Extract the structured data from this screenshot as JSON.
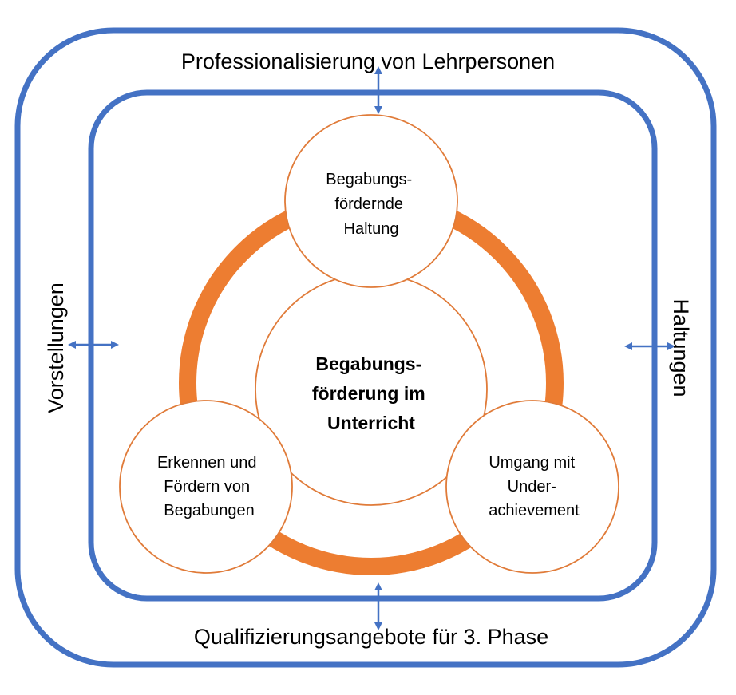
{
  "colors": {
    "frame": "#4472C4",
    "ring": "#ED7D31",
    "circle_stroke": "#E07B39",
    "arrow": "#4472C4",
    "background": "#FFFFFF"
  },
  "outer_frame": {
    "top_label": "Professionalisierung von Lehrpersonen",
    "bottom_label": "Qualifizierungsangebote für 3. Phase",
    "left_label": "Vorstellungen",
    "right_label": "Haltungen"
  },
  "center": {
    "line1": "Begabungs-",
    "line2": "förderung im",
    "line3": "Unterricht"
  },
  "nodes": {
    "top": {
      "line1": "Begabungs-",
      "line2": "fördernde",
      "line3": "Haltung"
    },
    "left": {
      "line1": "Erkennen und",
      "line2": "Fördern von",
      "line3": "Begabungen"
    },
    "right": {
      "line1": "Umgang mit",
      "line2": "Under-",
      "line3": "achievement"
    }
  },
  "arrows": [
    {
      "name": "top-arrow",
      "direction": "vertical-double"
    },
    {
      "name": "bottom-arrow",
      "direction": "vertical-double"
    },
    {
      "name": "left-arrow",
      "direction": "horizontal-double"
    },
    {
      "name": "right-arrow",
      "direction": "horizontal-double"
    }
  ]
}
